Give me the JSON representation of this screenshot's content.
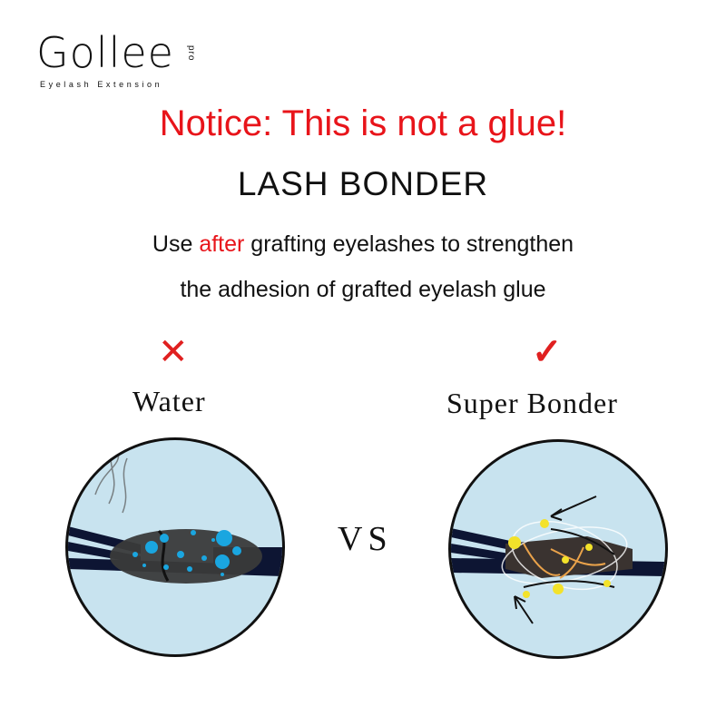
{
  "brand": {
    "name": "Gollee",
    "badge": "pro",
    "tagline": "Eyelash Extension"
  },
  "notice": "Notice: This is not a glue!",
  "product_title": "LASH BONDER",
  "description": {
    "line1_prefix": "Use ",
    "line1_highlight": "after",
    "line1_suffix": " grafting eyelashes to strengthen",
    "line2": "the adhesion of grafted eyelash glue"
  },
  "comparison": {
    "left": {
      "mark": "✕",
      "label": "Water",
      "icon": "cross-icon"
    },
    "separator": "VS",
    "right": {
      "mark": "✓",
      "label": "Super Bonder",
      "icon": "check-icon"
    }
  },
  "colors": {
    "accent_red": "#e8141a",
    "circle_bg": "#c8e3ef",
    "lash_navy": "#0d1533",
    "droplet_blue": "#1aa6e0",
    "spark_yellow": "#f3e22a"
  }
}
